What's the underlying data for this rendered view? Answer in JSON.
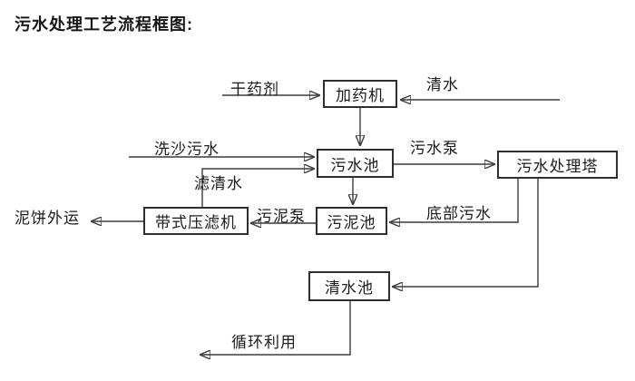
{
  "title": "污水处理工艺流程框图:",
  "flowchart": {
    "nodes": {
      "dosing_machine": "加药机",
      "sewage_pool": "污水池",
      "treatment_tower": "污水处理塔",
      "sludge_pool": "污泥池",
      "belt_filter_press": "带式压滤机",
      "clean_water_pool": "清水池"
    },
    "flow_labels": {
      "dry_agent": "干药剂",
      "clean_water": "清水",
      "sand_washing_sewage": "洗沙污水",
      "filtered_water": "滤清水",
      "sewage_pump": "污水泵",
      "bottom_sewage": "底部污水",
      "sludge_pump": "污泥泵",
      "mud_cake_outbound": "泥饼外运",
      "recycle_use": "循环利用"
    },
    "edges": [
      {
        "from": "dry_agent_input",
        "to": "dosing_machine",
        "label": "干药剂"
      },
      {
        "from": "clean_water_input",
        "to": "dosing_machine",
        "label": "清水"
      },
      {
        "from": "dosing_machine",
        "to": "sewage_pool",
        "label": ""
      },
      {
        "from": "sand_washing_input",
        "to": "sewage_pool",
        "label": "洗沙污水"
      },
      {
        "from": "belt_filter_press",
        "to": "sewage_pool",
        "label": "滤清水"
      },
      {
        "from": "sewage_pool",
        "to": "treatment_tower",
        "label": "污水泵"
      },
      {
        "from": "sewage_pool",
        "to": "sludge_pool",
        "label": ""
      },
      {
        "from": "treatment_tower",
        "to": "sludge_pool",
        "label": "底部污水"
      },
      {
        "from": "sludge_pool",
        "to": "belt_filter_press",
        "label": "污泥泵"
      },
      {
        "from": "belt_filter_press",
        "to": "mud_cake_out",
        "label": "泥饼外运"
      },
      {
        "from": "treatment_tower",
        "to": "clean_water_pool",
        "label": ""
      },
      {
        "from": "clean_water_pool",
        "to": "recycle_out",
        "label": "循环利用"
      }
    ],
    "colors": {
      "line": "#3c3c3c",
      "box_border": "#2e2e2e",
      "text": "#1c1c1c",
      "background": "#ffffff"
    }
  }
}
